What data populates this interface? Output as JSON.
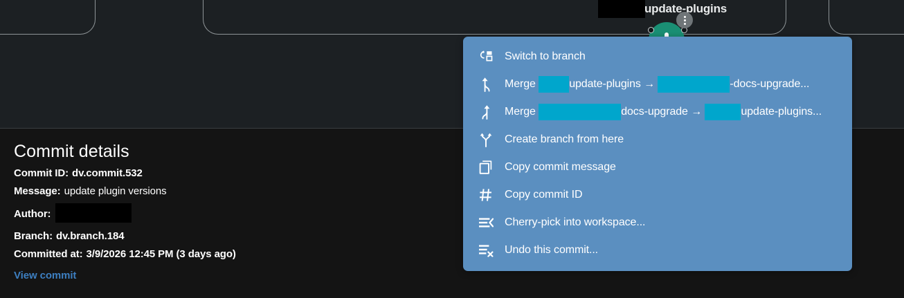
{
  "graph": {
    "background_color": "#1c2023",
    "lane_border_color": "#8e9497",
    "branch_label": {
      "redacted": true,
      "text": "update-plugins"
    },
    "commit_node": {
      "color": "#1a8f74",
      "menu_badge_icon": "vertical-dots-icon",
      "badge_color": "#6f7578"
    }
  },
  "commit_details": {
    "title": "Commit details",
    "rows": [
      {
        "key": "Commit ID:",
        "value": "dv.commit.532"
      },
      {
        "key": "Message:",
        "value": "update plugin versions"
      },
      {
        "key": "Author:",
        "value": "",
        "redacted": true
      },
      {
        "key": "Branch:",
        "value": "dv.branch.184"
      },
      {
        "key": "Committed at:",
        "value": "3/9/2026 12:45 PM (3 days ago)"
      }
    ],
    "link_label": "View commit",
    "link_color": "#3d7fc1"
  },
  "context_menu": {
    "background_color": "#5b8fc0",
    "redaction_color": "#00a6cc",
    "items": [
      {
        "id": "switch-to-branch",
        "icon": "switch-branch-icon",
        "label": "Switch to branch"
      },
      {
        "id": "merge-into-docs-upgrade",
        "icon": "merge-right-icon",
        "label": "Merge  update-plugins →  -docs-upgrade...",
        "parts": [
          {
            "type": "text",
            "text": "Merge "
          },
          {
            "type": "redaction",
            "width": 44
          },
          {
            "type": "text",
            "text": "update-plugins → "
          },
          {
            "type": "redaction",
            "width": 104
          },
          {
            "type": "text",
            "text": "-docs-upgrade..."
          }
        ]
      },
      {
        "id": "merge-into-update-plugins",
        "icon": "merge-left-icon",
        "label": "Merge  docs-upgrade →  update-plugins...",
        "parts": [
          {
            "type": "text",
            "text": "Merge "
          },
          {
            "type": "redaction",
            "width": 119
          },
          {
            "type": "text",
            "text": "docs-upgrade → "
          },
          {
            "type": "redaction",
            "width": 52
          },
          {
            "type": "text",
            "text": "update-plugins..."
          }
        ]
      },
      {
        "id": "create-branch-from-here",
        "icon": "branch-fork-icon",
        "label": "Create branch from here"
      },
      {
        "id": "copy-commit-message",
        "icon": "copy-icon",
        "label": "Copy commit message"
      },
      {
        "id": "copy-commit-id",
        "icon": "hash-icon",
        "label": "Copy commit ID"
      },
      {
        "id": "cherry-pick-into-workspace",
        "icon": "cherry-pick-icon",
        "label": "Cherry-pick into workspace..."
      },
      {
        "id": "undo-this-commit",
        "icon": "undo-commit-icon",
        "label": "Undo this commit..."
      }
    ]
  }
}
